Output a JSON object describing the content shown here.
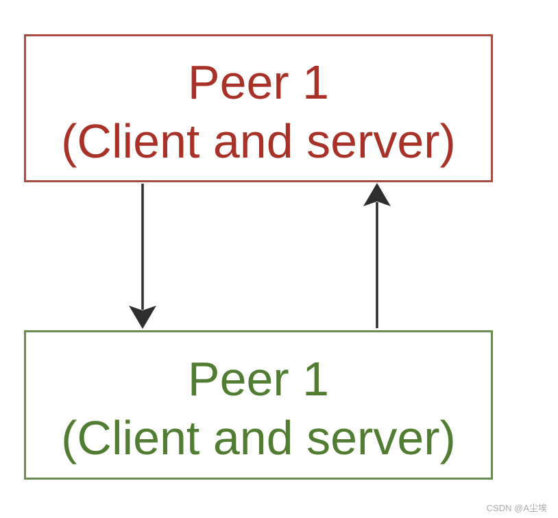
{
  "diagram": {
    "top_box": {
      "title": "Peer 1",
      "subtitle": "(Client and server)",
      "border_color": "#aa4a42",
      "text_color": "#a93228"
    },
    "bottom_box": {
      "title": "Peer 1",
      "subtitle": "(Client and server)",
      "border_color": "#6a8c50",
      "text_color": "#507d32"
    },
    "arrows": [
      {
        "name": "down-arrow",
        "direction": "down",
        "from": "top_box",
        "to": "bottom_box",
        "color": "#2e2e2e"
      },
      {
        "name": "up-arrow",
        "direction": "up",
        "from": "bottom_box",
        "to": "top_box",
        "color": "#2e2e2e"
      }
    ]
  },
  "watermark": {
    "text": "CSDN @A尘埃",
    "color": "#ababab"
  }
}
